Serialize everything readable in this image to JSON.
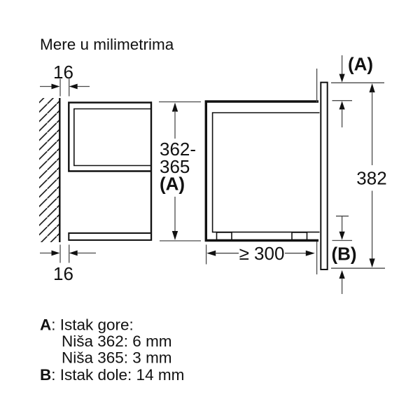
{
  "title": "Mere u milimetrima",
  "colors": {
    "line": "#111111",
    "background": "#ffffff"
  },
  "left_view": {
    "gap_top": "16",
    "gap_bottom": "16",
    "niche_height": {
      "line1": "362-",
      "line2": "365",
      "line3": "(A)"
    }
  },
  "right_view": {
    "top_protrusion": "(A)",
    "door_height": "382",
    "bottom_protrusion": "(B)",
    "niche_depth": "≥ 300"
  },
  "notes": {
    "a_label": "A",
    "a_text": ": Istak gore:",
    "a_line2": "Niša 362: 6 mm",
    "a_line3": "Niša 365: 3 mm",
    "b_label": "B",
    "b_text": ": Istak dole: 14 mm"
  }
}
